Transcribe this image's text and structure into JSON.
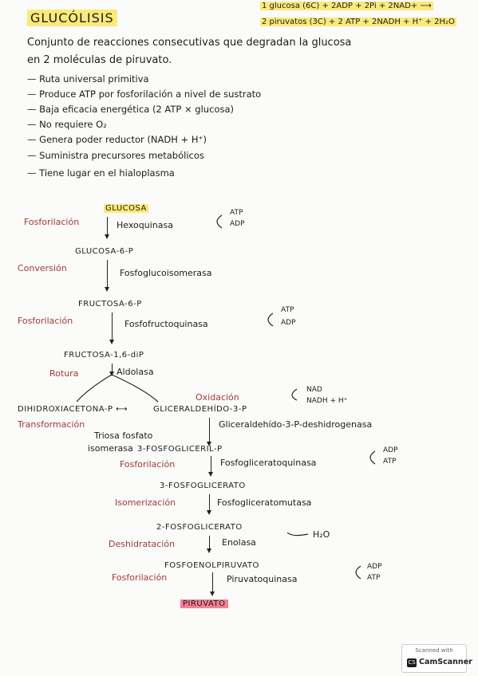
{
  "header": {
    "title": "GLUCÓLISIS",
    "eq1": "1 glucosa (6C) + 2ADP + 2Pi + 2NAD+ ⟶",
    "eq2": "2 piruvatos (3C) + 2 ATP + 2NADH + H⁺ + 2H₂O"
  },
  "intro": {
    "line1": "Conjunto de reacciones consecutivas que degradan la glucosa",
    "line2": "en 2 moléculas de piruvato."
  },
  "bullets": [
    "— Ruta universal primitiva",
    "— Produce ATP por fosforilación a nivel de sustrato",
    "— Baja eficacia energética (2 ATP × glucosa)",
    "— No requiere O₂",
    "— Genera poder reductor (NADH + H⁺)",
    "— Suministra precursores metabólicos",
    "— Tiene lugar en el hialoplasma"
  ],
  "pathway": {
    "glucosa": "GLUCOSA",
    "step1": {
      "process": "Fosforilación",
      "enzyme": "Hexoquinasa",
      "in": "ATP",
      "out": "ADP"
    },
    "g6p": "GLUCOSA-6-P",
    "step2": {
      "process": "Conversión",
      "enzyme": "Fosfoglucoisomerasa"
    },
    "f6p": "FRUCTOSA-6-P",
    "step3": {
      "process": "Fosforilación",
      "enzyme": "Fosfofructoquinasa",
      "in": "ATP",
      "out": "ADP"
    },
    "f16dp": "FRUCTOSA-1,6-diP",
    "step4": {
      "process": "Rotura",
      "enzyme": "Aldolasa"
    },
    "dhap": "DIHIDROXIACETONA-P ⟷",
    "g3p": "GLICERALDEHÍDO-3-P",
    "step5": {
      "process": "Oxidación",
      "enzyme": "Gliceraldehído-3-P-deshidrogenasa",
      "in": "NAD",
      "out": "NADH + H⁺"
    },
    "transformacion": "Transformación",
    "triosa1": "Triosa fosfato",
    "triosa2": "isomerasa",
    "bpg": "3-FOSFOGLICERIL-P",
    "step6": {
      "process": "Fosforilación",
      "enzyme": "Fosfogliceratoquinasa",
      "in": "ADP",
      "out": "ATP"
    },
    "pg3": "3-FOSFOGLICERATO",
    "step7": {
      "process": "Isomerización",
      "enzyme": "Fosfogliceratomutasa"
    },
    "pg2": "2-FOSFOGLICERATO",
    "step8": {
      "process": "Deshidratación",
      "enzyme": "Enolasa",
      "out": "H₂O"
    },
    "pep": "FOSFOENOLPIRUVATO",
    "step9": {
      "process": "Fosforilación",
      "enzyme": "Piruvatoquinasa",
      "in": "ADP",
      "out": "ATP"
    },
    "piruvato": "PIRUVATO"
  },
  "scanner": {
    "line1": "Scanned with",
    "line2": "CamScanner",
    "logo": "CS"
  }
}
